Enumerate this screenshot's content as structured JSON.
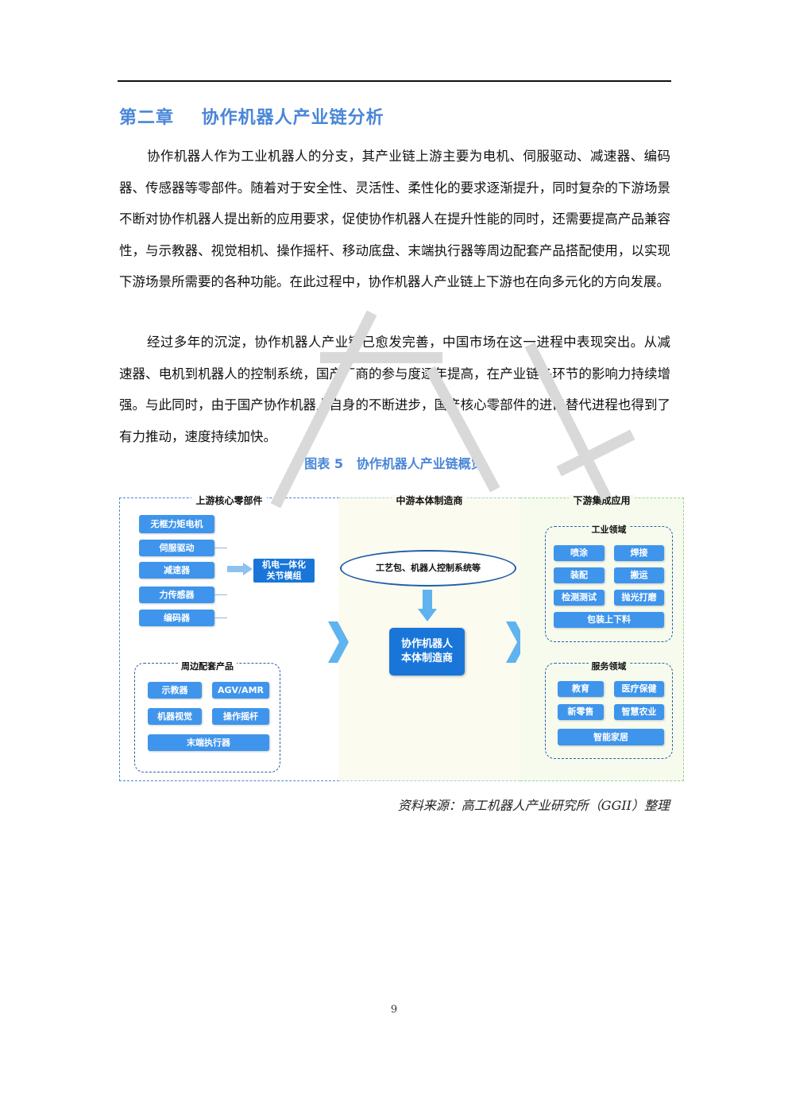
{
  "chapter_title": "第二章    协作机器人产业链分析",
  "paragraphs": [
    "协作机器人作为工业机器人的分支，其产业链上游主要为电机、伺服驱动、减速器、编码器、传感器等零部件。随着对于安全性、灵活性、柔性化的要求逐渐提升，同时复杂的下游场景不断对协作机器人提出新的应用要求，促使协作机器人在提升性能的同时，还需要提高产品兼容性，与示教器、视觉相机、操作摇杆、移动底盘、末端执行器等周边配套产品搭配使用，以实现下游场景所需要的各种功能。在此过程中，协作机器人产业链上下游也在向多元化的方向发展。",
    "经过多年的沉淀，协作机器人产业链已愈发完善，中国市场在这一进程中表现突出。从减速器、电机到机器人的控制系统，国产厂商的参与度逐年提高，在产业链各环节的影响力持续增强。与此同时，由于国产协作机器人自身的不断进步，国产核心零部件的进口替代进程也得到了有力推动，速度持续加快。"
  ],
  "figure_title": "图表 5   协作机器人产业链概览",
  "diagram": {
    "upstream": {
      "title": "上游核心零部件",
      "components": [
        "无框力矩电机",
        "伺服驱动",
        "减速器",
        "力传感器",
        "编码器"
      ],
      "module": [
        "机电一体化",
        "关节模组"
      ],
      "peripheral_title": "周边配套产品",
      "peripherals": [
        "示教器",
        "AGV/AMR",
        "机器视觉",
        "操作摇杆",
        "末端执行器"
      ]
    },
    "midstream": {
      "title": "中游本体制造商",
      "oval": "工艺包、机器人控制系统等",
      "core": [
        "协作机器人",
        "本体制造商"
      ]
    },
    "downstream": {
      "title": "下游集成应用",
      "industrial_title": "工业领域",
      "industrial": [
        "喷涂",
        "焊接",
        "装配",
        "搬运",
        "检测测试",
        "抛光打磨",
        "包装上下料"
      ],
      "service_title": "服务领域",
      "service": [
        "教育",
        "医疗保健",
        "新零售",
        "智慧农业",
        "智能家居"
      ]
    },
    "colors": {
      "button": "#3f95ec",
      "core": "#1976d8",
      "title": "#4a86d8",
      "chevron": "#5fb3ef"
    }
  },
  "source": "资料来源：高工机器人产业研究所（GGII）整理",
  "page_number": "9"
}
